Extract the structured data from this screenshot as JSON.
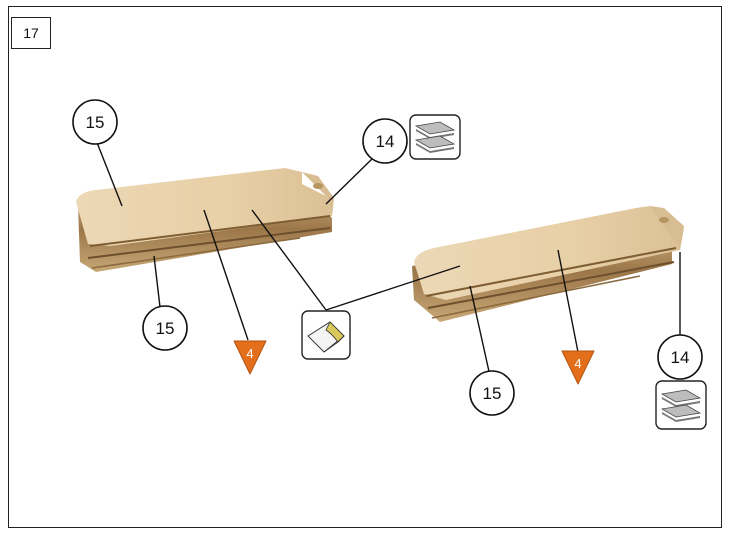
{
  "step": {
    "number": "17"
  },
  "callouts": {
    "left_top_15": "15",
    "left_bottom_15": "15",
    "left_14": "14",
    "right_14": "14",
    "right_15": "15"
  },
  "quantity_badges": {
    "left_4": "4",
    "right_4": "4"
  },
  "icons": {
    "sheet_stack_left": "stacked-sheets-icon",
    "sheet_stack_right": "stacked-sheets-icon",
    "glue": "glue-paper-icon"
  },
  "colors": {
    "accent_orange": "#e36e1c",
    "wood_light": "#e8d2ae",
    "wood_dark": "#8a6a3e"
  }
}
